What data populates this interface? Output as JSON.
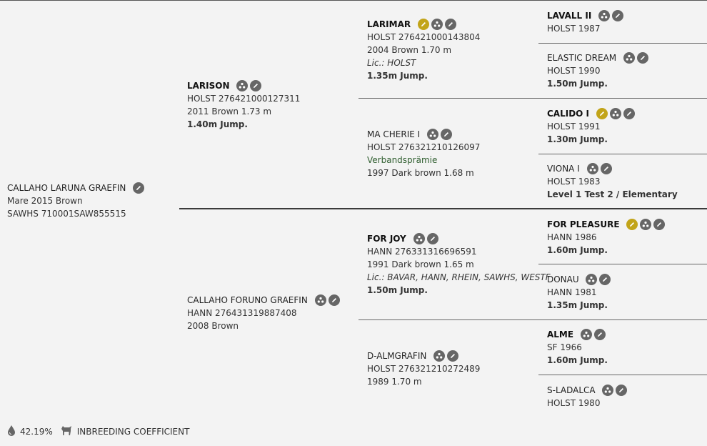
{
  "subject": {
    "name": "CALLAHO LARUNA GRAEFIN",
    "line1": "Mare 2015 Brown",
    "line2": "SAWHS 710001SAW855515"
  },
  "sire": {
    "name": "LARISON",
    "line1": "HOLST 276421000127311",
    "line2": "2011 Brown 1.73 m",
    "line3": "1.40m Jump."
  },
  "dam": {
    "name": "CALLAHO FORUNO GRAEFIN",
    "line1": "HANN 276431319887408",
    "line2": "2008 Brown"
  },
  "ss": {
    "name": "LARIMAR",
    "line1": "HOLST 276421000143804",
    "line2": "2004 Brown 1.70 m",
    "line3": "Lic.: HOLST",
    "line4": "1.35m Jump."
  },
  "sd": {
    "name": "MA CHERIE I",
    "line1": "HOLST 276321210126097",
    "line2": "Verbandsprämie",
    "line3": "1997 Dark brown 1.68 m"
  },
  "ds": {
    "name": "FOR JOY",
    "line1": "HANN 276331316696591",
    "line2": "1991 Dark brown 1.65 m",
    "line3": "Lic.: BAVAR, HANN, RHEIN, SAWHS, WESTF",
    "line4": "1.50m Jump."
  },
  "dd": {
    "name": "D-ALMGRAFIN",
    "line1": "HOLST 276321210272489",
    "line2": "1989 1.70 m"
  },
  "sss": {
    "name": "LAVALL II",
    "line1": "HOLST 1987"
  },
  "ssd": {
    "name": "ELASTIC DREAM",
    "line1": "HOLST 1990",
    "line2": "1.50m Jump."
  },
  "sds": {
    "name": "CALIDO I",
    "line1": "HOLST 1991",
    "line2": "1.30m Jump."
  },
  "sdd": {
    "name": "VIONA I",
    "line1": "HOLST 1983",
    "line2": "Level 1 Test 2 / Elementary"
  },
  "dss": {
    "name": "FOR PLEASURE",
    "line1": "HANN 1986",
    "line2": "1.60m Jump."
  },
  "dsd": {
    "name": "DONAU",
    "line1": "HANN 1981",
    "line2": "1.35m Jump."
  },
  "dds": {
    "name": "ALME",
    "line1": "SF 1966",
    "line2": "1.60m Jump."
  },
  "ddd": {
    "name": "S-LADALCA",
    "line1": "HOLST 1980"
  },
  "footer": {
    "percentage": "42.19%",
    "label": "INBREEDING COEFFICIENT"
  },
  "icons": {
    "gold": "#c2a419",
    "grey": "#666666",
    "pedigree": "pedigree-icon",
    "edit": "pencil-icon",
    "stallion_license": "license-icon"
  }
}
